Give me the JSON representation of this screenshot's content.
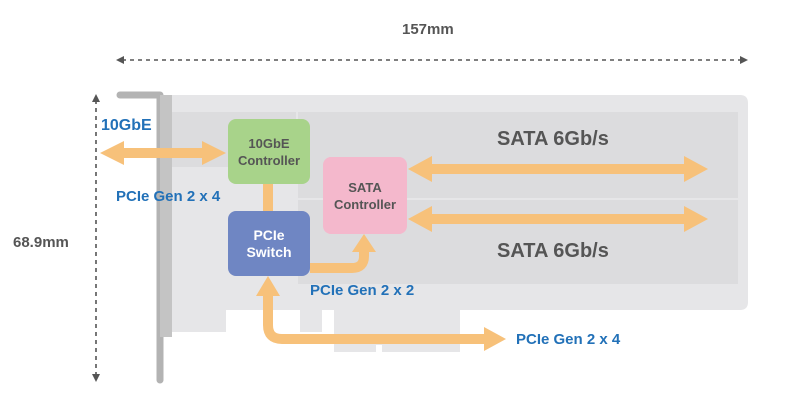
{
  "dimensions": {
    "width_label": "157mm",
    "height_label": "68.9mm"
  },
  "chips": {
    "ethernet_controller": {
      "line1": "10GbE",
      "line2": "Controller",
      "color": "#a8d38a",
      "text_color": "#555555"
    },
    "sata_controller": {
      "line1": "SATA",
      "line2": "Controller",
      "color": "#f4b8cc",
      "text_color": "#555555"
    },
    "pcie_switch": {
      "line1": "PCIe",
      "line2": "Switch",
      "color": "#6f86c3",
      "text_color": "#ffffff"
    }
  },
  "labels": {
    "ethernet_port": "10GbE",
    "ethernet_link": "PCIe Gen 2 x 4",
    "sata_link": "PCIe Gen 2 x 2",
    "host_link": "PCIe Gen 2 x 4",
    "sata_port_1": "SATA 6Gb/s",
    "sata_port_2": "SATA 6Gb/s"
  },
  "colors": {
    "arrow": "#f7c17a",
    "label_blue": "#2271b8",
    "card": "#e6e6e8",
    "card_panel": "#dcdcde",
    "bracket": "#b3b3b3"
  }
}
